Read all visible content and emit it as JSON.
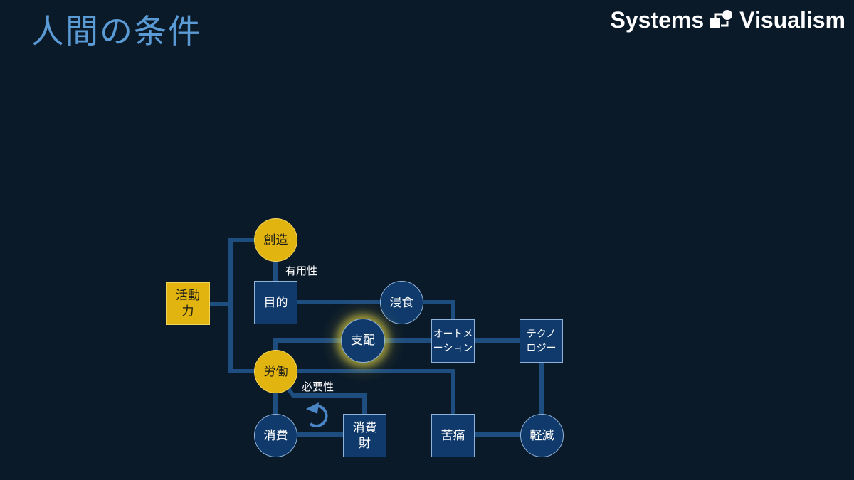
{
  "header": {
    "title": "人間の条件",
    "brand_left": "Systems",
    "brand_right": "Visualism"
  },
  "diagram": {
    "nodes": {
      "katsudouryoku": "活動\n力",
      "souzou": "創造",
      "mokuteki": "目的",
      "shinshoku": "浸食",
      "shihai": "支配",
      "automation": "オートメ\nーション",
      "technology": "テクノ\nロジー",
      "roudou": "労働",
      "shouhi": "消費",
      "shouhizai": "消費\n財",
      "kutsuu": "苦痛",
      "keigen": "軽減"
    },
    "labels": {
      "yuuyousei": "有用性",
      "hitsuyousei": "必要性"
    },
    "icons": {
      "cycle": "cycle-arrow-icon",
      "brand_logo": "systems-visualism-logo-icon"
    }
  },
  "colors": {
    "background": "#0b1a29",
    "title": "#5b9bd5",
    "node_fill": "#0f3a6b",
    "gold_fill": "#e1b40f",
    "connector": "#1e4d80"
  }
}
